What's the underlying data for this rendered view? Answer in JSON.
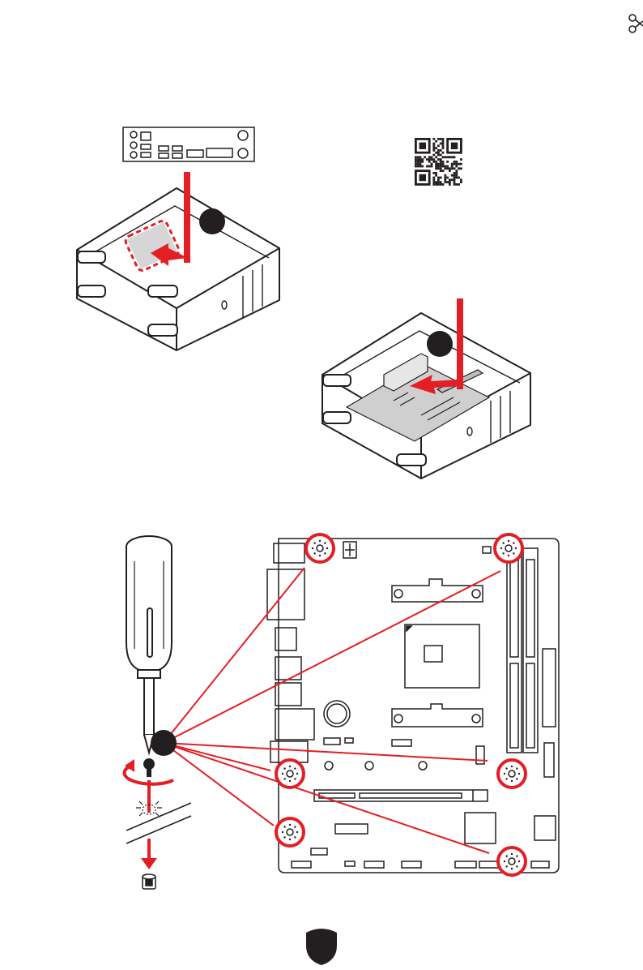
{
  "page": {
    "accent_color": "#e31e24",
    "line_color": "#231f20",
    "step_badges": [
      {
        "label": "",
        "icon": "numbered-step-badge"
      },
      {
        "label": "",
        "icon": "numbered-step-badge"
      },
      {
        "label": "",
        "icon": "numbered-step-badge"
      }
    ],
    "screw_hole_count": 6,
    "footer_logo": "dragon-shield-logo"
  }
}
